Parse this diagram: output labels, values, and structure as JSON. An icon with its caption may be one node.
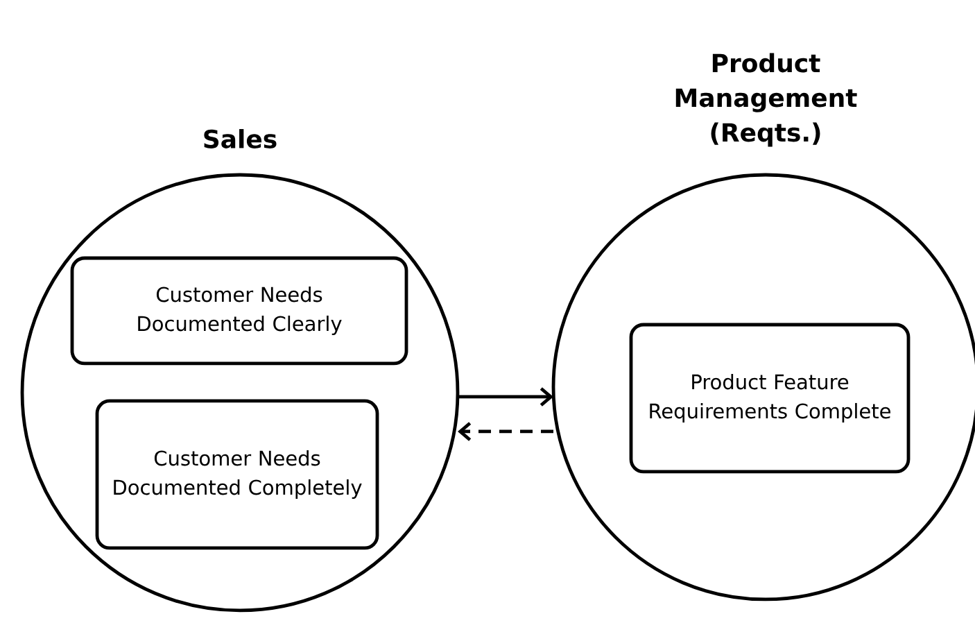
{
  "diagram": {
    "nodes": [
      {
        "text": [
          "Sales"
        ]
      },
      {
        "text": [
          "Customer Needs Documented Clearly"
        ],
        "in": 0
      },
      {
        "text": [
          "Customer Needs Documented Completely"
        ],
        "in": 0
      },
      {
        "text": [
          "Product Management (Reqts.)"
        ]
      },
      {
        "text": [
          "Product Feature Requirements Complete"
        ],
        "in": 3
      }
    ],
    "edges": [
      {
        "from": 0,
        "to": 3,
        "arrow": "to"
      },
      {
        "from": 3,
        "to": 0,
        "arrow": "to",
        "style": "dashed"
      }
    ]
  }
}
